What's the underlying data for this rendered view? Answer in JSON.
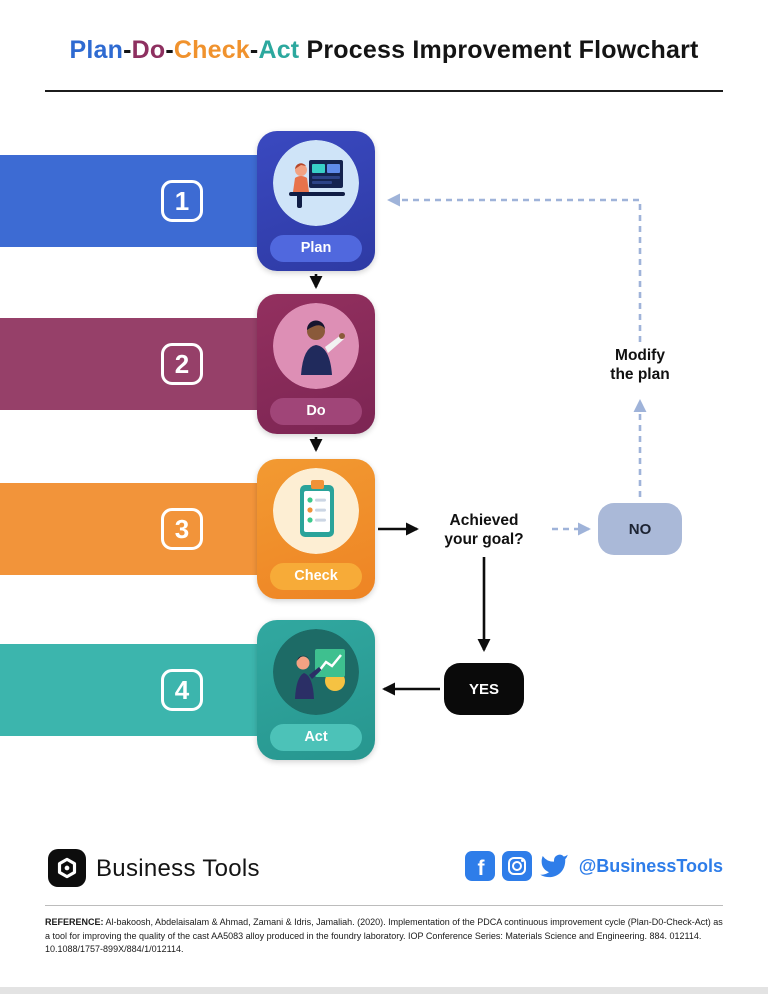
{
  "title": {
    "text": "Plan-Do-Check-Act Process Improvement Flowchart",
    "segments": [
      {
        "text": "Plan"
      },
      {
        "text": "-"
      },
      {
        "text": "Do"
      },
      {
        "text": "-"
      },
      {
        "text": "Check"
      },
      {
        "text": "-"
      },
      {
        "text": "Act"
      },
      {
        "text": " Process Improvement Flowchart"
      }
    ]
  },
  "steps": [
    {
      "number": "1",
      "label": "Plan"
    },
    {
      "number": "2",
      "label": "Do"
    },
    {
      "number": "3",
      "label": "Check"
    },
    {
      "number": "4",
      "label": "Act"
    }
  ],
  "flow": {
    "question": "Achieved your goal?",
    "no_label": "NO",
    "yes_label": "YES",
    "modify_label": "Modify the plan"
  },
  "footer": {
    "brand": "Business Tools",
    "handle": "@BusinessTools",
    "icons": [
      "brand-logo",
      "facebook",
      "instagram",
      "twitter"
    ]
  },
  "reference": {
    "label": "REFERENCE:",
    "text": "Al-bakoosh, Abdelaisalam & Ahmad, Zamani & Idris, Jamaliah. (2020). Implementation of the PDCA continuous improvement cycle (Plan-D0-Check-Act) as a tool for improving the quality of the cast AA5083 alloy produced in the foundry laboratory. IOP Conference Series: Materials Science and Engineering. 884. 012114. 10.1088/1757-899X/884/1/012114."
  },
  "palette": {
    "title-plan": "#2e6ad1",
    "title-do": "#8e3060",
    "title-check": "#f0922d",
    "title-act": "#2ca89e",
    "title-dark": "#141414",
    "plan-bar": "#3d6bd3",
    "plan-card": "#2e3aa4",
    "plan-card2": "#3a49c0",
    "plan-pill": "#5068de",
    "do-bar": "#964069",
    "do-card": "#7c2553",
    "do-card2": "#93305f",
    "do-pill": "#a04578",
    "check-bar": "#f2943a",
    "check-card": "#ee8424",
    "check-card2": "#f29a32",
    "check-pill": "#f7ab38",
    "act-bar": "#3cb5ad",
    "act-card": "#27968f",
    "act-card2": "#31a8a0",
    "act-pill": "#4cc2b8",
    "arrow-black": "#0d0d0d",
    "arrow-dashed": "#9fb3d9",
    "no-bg": "#aab9d8",
    "no-text": "#1d2433",
    "yes-bg": "#0a0a0a",
    "yes-text": "#ffffff",
    "social-blue": "#2e7de9"
  }
}
